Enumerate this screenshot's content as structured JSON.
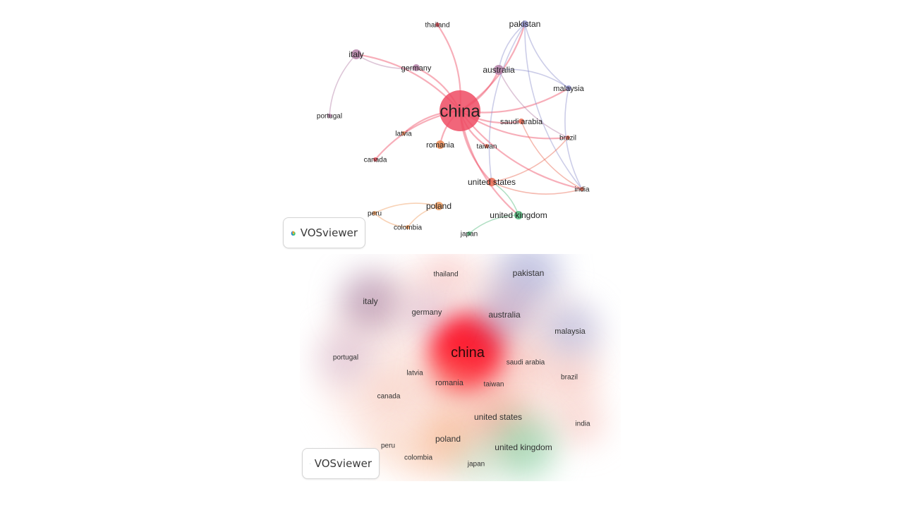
{
  "network_view": {
    "logo_text": "VOSviewer",
    "nodes": [
      {
        "id": "china",
        "label": "china",
        "color": "#ee4b63"
      },
      {
        "id": "thailand",
        "label": "thailand",
        "color": "#e8434f"
      },
      {
        "id": "pakistan",
        "label": "pakistan",
        "color": "#8f90cc"
      },
      {
        "id": "italy",
        "label": "italy",
        "color": "#b37fa6"
      },
      {
        "id": "germany",
        "label": "germany",
        "color": "#b37fa6"
      },
      {
        "id": "australia",
        "label": "australia",
        "color": "#b37fa6"
      },
      {
        "id": "malaysia",
        "label": "malaysia",
        "color": "#8f90cc"
      },
      {
        "id": "portugal",
        "label": "portugal",
        "color": "#b37fa6"
      },
      {
        "id": "latvia",
        "label": "latvia",
        "color": "#e48a5a"
      },
      {
        "id": "saudi-arabia",
        "label": "saudi arabia",
        "color": "#e8674f"
      },
      {
        "id": "brazil",
        "label": "brazil",
        "color": "#e8674f"
      },
      {
        "id": "romania",
        "label": "romania",
        "color": "#e8874f"
      },
      {
        "id": "taiwan",
        "label": "taiwan",
        "color": "#e8674f"
      },
      {
        "id": "canada",
        "label": "canada",
        "color": "#e8434f"
      },
      {
        "id": "united-states",
        "label": "united states",
        "color": "#e8674f"
      },
      {
        "id": "india",
        "label": "india",
        "color": "#e8674f"
      },
      {
        "id": "poland",
        "label": "poland",
        "color": "#ef9b5e"
      },
      {
        "id": "peru",
        "label": "peru",
        "color": "#ef9b5e"
      },
      {
        "id": "colombia",
        "label": "colombia",
        "color": "#ef9b5e"
      },
      {
        "id": "united-kingdom",
        "label": "united kingdom",
        "color": "#4fb779"
      },
      {
        "id": "japan",
        "label": "japan",
        "color": "#4fb779"
      }
    ],
    "links": [
      [
        "china",
        "thailand"
      ],
      [
        "china",
        "pakistan"
      ],
      [
        "china",
        "italy"
      ],
      [
        "china",
        "germany"
      ],
      [
        "china",
        "australia"
      ],
      [
        "china",
        "malaysia"
      ],
      [
        "china",
        "saudi-arabia"
      ],
      [
        "china",
        "brazil"
      ],
      [
        "china",
        "romania"
      ],
      [
        "china",
        "taiwan"
      ],
      [
        "china",
        "canada"
      ],
      [
        "china",
        "united-states"
      ],
      [
        "china",
        "india"
      ],
      [
        "china",
        "latvia"
      ],
      [
        "china",
        "united-kingdom"
      ],
      [
        "italy",
        "portugal"
      ],
      [
        "italy",
        "germany"
      ],
      [
        "pakistan",
        "malaysia"
      ],
      [
        "pakistan",
        "india"
      ],
      [
        "pakistan",
        "australia"
      ],
      [
        "malaysia",
        "india"
      ],
      [
        "malaysia",
        "australia"
      ],
      [
        "united-states",
        "india"
      ],
      [
        "united-states",
        "brazil"
      ],
      [
        "saudi-arabia",
        "india"
      ],
      [
        "united-kingdom",
        "japan"
      ],
      [
        "united-kingdom",
        "united-states"
      ],
      [
        "poland",
        "peru"
      ],
      [
        "poland",
        "colombia"
      ],
      [
        "peru",
        "colombia"
      ],
      [
        "australia",
        "brazil"
      ],
      [
        "pakistan",
        "united-states"
      ]
    ]
  },
  "density_view": {
    "logo_text": "VOSviewer",
    "labels": [
      {
        "id": "china",
        "label": "china"
      },
      {
        "id": "thailand",
        "label": "thailand"
      },
      {
        "id": "pakistan",
        "label": "pakistan"
      },
      {
        "id": "italy",
        "label": "italy"
      },
      {
        "id": "germany",
        "label": "germany"
      },
      {
        "id": "australia",
        "label": "australia"
      },
      {
        "id": "malaysia",
        "label": "malaysia"
      },
      {
        "id": "portugal",
        "label": "portugal"
      },
      {
        "id": "latvia",
        "label": "latvia"
      },
      {
        "id": "saudi-arabia",
        "label": "saudi arabia"
      },
      {
        "id": "brazil",
        "label": "brazil"
      },
      {
        "id": "romania",
        "label": "romania"
      },
      {
        "id": "taiwan",
        "label": "taiwan"
      },
      {
        "id": "canada",
        "label": "canada"
      },
      {
        "id": "united-states",
        "label": "united states"
      },
      {
        "id": "india",
        "label": "india"
      },
      {
        "id": "poland",
        "label": "poland"
      },
      {
        "id": "peru",
        "label": "peru"
      },
      {
        "id": "colombia",
        "label": "colombia"
      },
      {
        "id": "united-kingdom",
        "label": "united kingdom"
      },
      {
        "id": "japan",
        "label": "japan"
      }
    ]
  }
}
